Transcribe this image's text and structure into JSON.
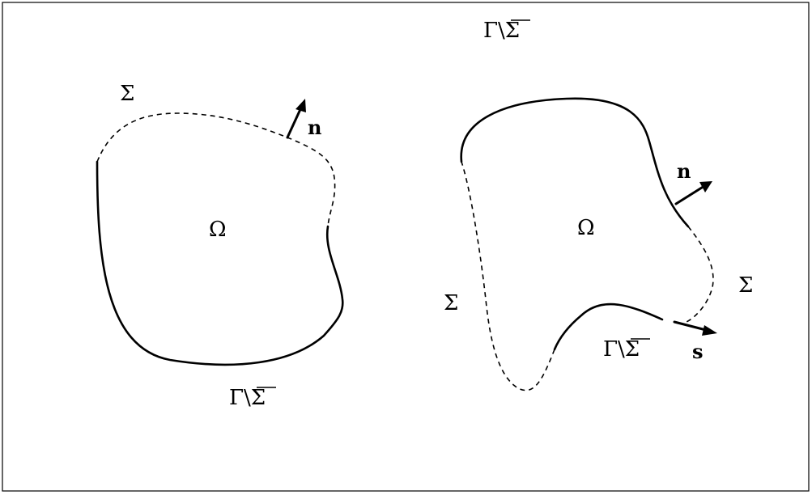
{
  "labels": {
    "sigma": "Σ",
    "omega": "Ω",
    "gamma_minus_sigma": "Γ\\Σ",
    "normal": "n",
    "tangent": "s"
  },
  "colors": {
    "stroke": "#000000",
    "background": "#ffffff"
  }
}
